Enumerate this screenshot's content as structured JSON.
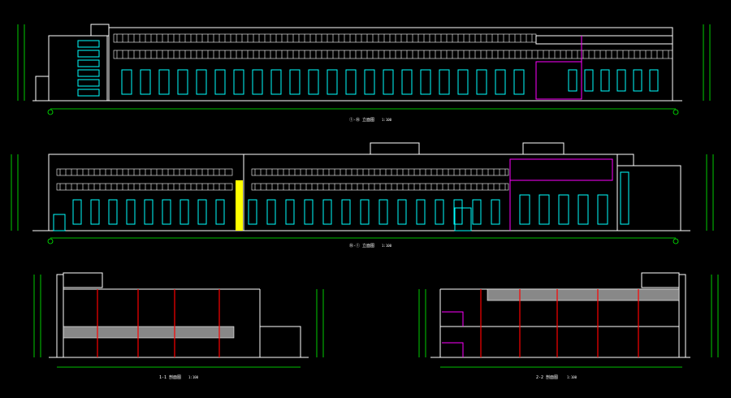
{
  "drawing": {
    "background": "#000000",
    "colors": {
      "outline": "#ffffff",
      "window": "#00ffff",
      "dimension": "#00ff00",
      "accent": "#ff00ff",
      "section": "#ff0000",
      "highlight": "#ffff00",
      "axis": "#00ff00"
    },
    "views": [
      {
        "id": "elevation-1",
        "caption": "①-⑩ 立面图",
        "scale": "1:100"
      },
      {
        "id": "elevation-2",
        "caption": "⑩-① 立面图",
        "scale": "1:100"
      },
      {
        "id": "section-1",
        "caption": "1-1 剖面图",
        "scale": "1:100"
      },
      {
        "id": "section-2",
        "caption": "2-2 剖面图",
        "scale": "1:100"
      }
    ]
  }
}
